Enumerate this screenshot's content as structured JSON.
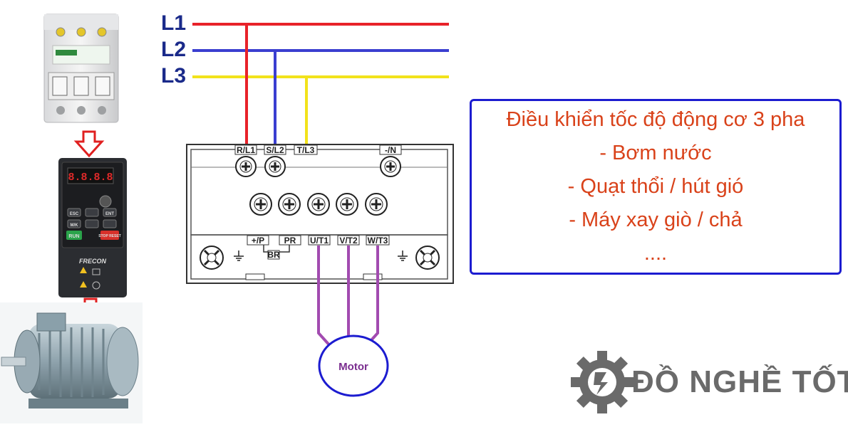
{
  "lines": [
    {
      "label": "L1",
      "color": "#e8222a"
    },
    {
      "label": "L2",
      "color": "#3a3ed0"
    },
    {
      "label": "L3",
      "color": "#f2e21a"
    }
  ],
  "terminals_top": [
    "R/L1",
    "S/L2",
    "T/L3",
    "-/N"
  ],
  "terminals_bottom": [
    "+/P",
    "PR",
    "U/T1",
    "V/T2",
    "W/T3"
  ],
  "terminal_small": "BR",
  "motor_label": "Motor",
  "motor_wire_color": "#a24bb0",
  "vfd": {
    "display": "8.8.8.8",
    "brand": "FRECON",
    "keys": [
      "ESC",
      "ENT",
      "M/K",
      "RUN",
      "STOP RESET"
    ]
  },
  "arrow_color": "#e02020",
  "info": {
    "lines": [
      "Điều khiển tốc độ động cơ 3 pha",
      "- Bơm nước",
      "- Quạt thổi / hút gió",
      "- Máy xay giò / chả",
      "...."
    ],
    "text_color": "#d9421a",
    "border_color": "#1c1cd0"
  },
  "brand": {
    "name": "ĐỒ NGHỀ TỐT",
    "color": "#6a6a6a"
  }
}
